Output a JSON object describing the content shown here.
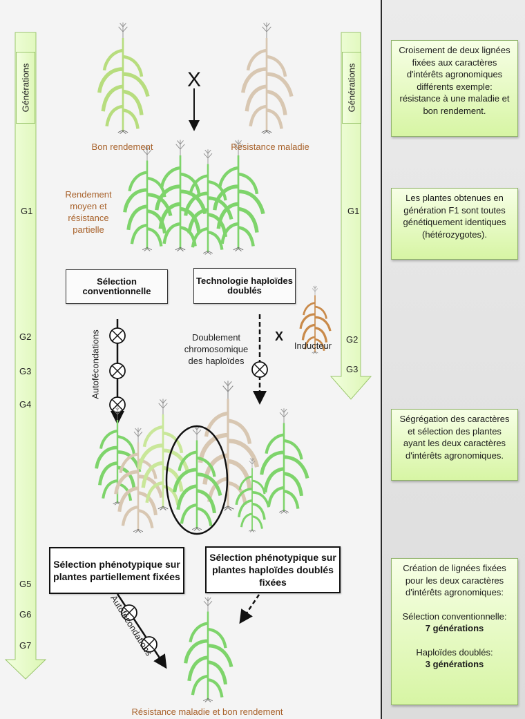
{
  "diagram": {
    "generations_label": "Générations",
    "left_generations": [
      "G1",
      "G2",
      "G3",
      "G4",
      "G5",
      "G6",
      "G7"
    ],
    "right_generations": [
      "G1",
      "G2",
      "G3"
    ],
    "parents": {
      "left_label": "Bon rendement",
      "right_label": "Résistance maladie",
      "cross_symbol": "X"
    },
    "f1_label": "Rendement moyen et résistance partielle",
    "methods": {
      "conventional": "Sélection conventionnelle",
      "doubled_haploid": "Technologie haploïdes doublés"
    },
    "self_pollination_label": "Autofécondations",
    "doubling_label": "Doublement chromosomique des haploïdes",
    "inducer_cross": "X",
    "inducer_label": "Inducteur",
    "phenotypic_selection_partial": "Sélection phénotypique sur plantes partiellement fixées",
    "phenotypic_selection_dh": "Sélection phénotypique sur plantes haploïdes doublés fixées",
    "final_label": "Résistance maladie et bon rendement"
  },
  "notes": [
    {
      "text": "Croisement de deux lignées fixées aux caractères d'intérêts agronomiques différents exemple: résistance à une maladie et bon rendement."
    },
    {
      "text": "Les plantes obtenues en génération F1 sont toutes génétiquement identiques (hétérozygotes)."
    },
    {
      "text": "Ségrégation des caractères et sélection des plantes ayant les deux caractères d'intérêts agronomiques."
    },
    {
      "intro": "Création de lignées fixées pour les deux caractères d'intérêts agronomiques:",
      "conv_label": "Sélection conventionnelle:",
      "conv_value": "7 générations",
      "dh_label": "Haploïdes doublés:",
      "dh_value": "3 générations"
    }
  ],
  "colors": {
    "label_brown": "#a8622b",
    "plant_green": "#7ed46b",
    "plant_pale_green": "#c9e79a",
    "plant_beige": "#d9c8b4",
    "plant_orange": "#c98a4a",
    "note_fill": "#dff7b3",
    "arrow_fill": "#e3f9c3"
  }
}
